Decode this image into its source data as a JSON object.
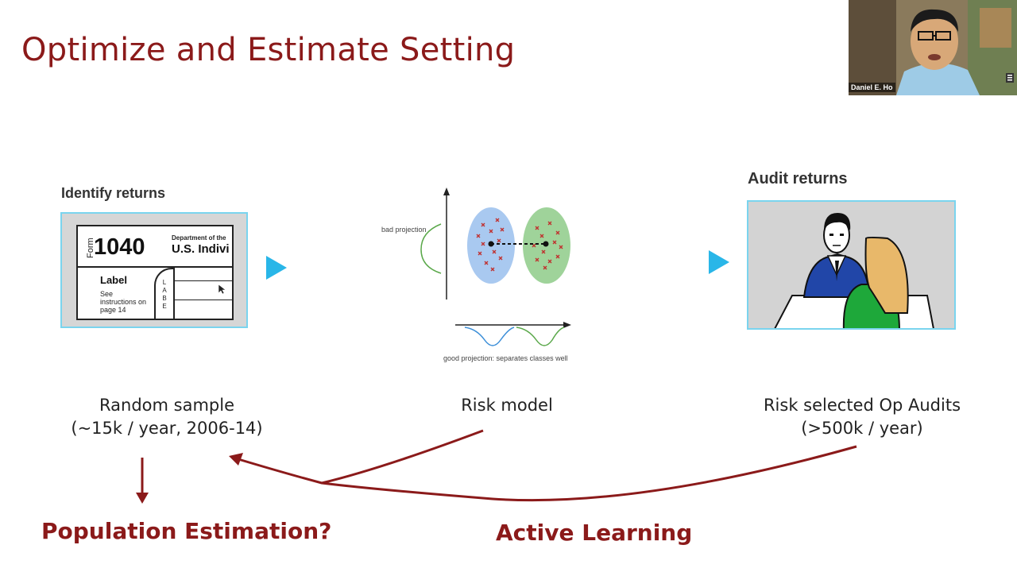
{
  "slide": {
    "title": "Optimize and Estimate Setting"
  },
  "panels": {
    "left": {
      "title": "Identify returns",
      "form": {
        "form_word": "Form",
        "form_number": "1040",
        "department": "Department of the",
        "us_individual": "U.S. Indivi",
        "label": "Label",
        "see_instructions": "See instructions on page 14",
        "label_vertical": "L A B E"
      },
      "caption_line1": "Random sample",
      "caption_line2": "(~15k / year, 2006-14)"
    },
    "middle": {
      "bad_projection": "bad projection",
      "good_projection": "good projection: separates classes well",
      "caption": "Risk model"
    },
    "right": {
      "title": "Audit returns",
      "caption_line1": "Risk selected Op Audits",
      "caption_line2": "(>500k / year)"
    }
  },
  "bottom": {
    "population_estimation": "Population Estimation?",
    "active_learning": "Active Learning"
  },
  "webcam": {
    "name": "Daniel E. Ho"
  },
  "colors": {
    "accent": "#8b1a1a",
    "arrow": "#29b6e8",
    "frame": "#7ad4ee",
    "class_a": "#a9c9f0",
    "class_b": "#9fd39a"
  },
  "icons": [
    "play-arrow-icon",
    "down-arrow-icon",
    "curved-arrow-icon",
    "mouse-cursor-icon",
    "mic-muted-icon"
  ]
}
